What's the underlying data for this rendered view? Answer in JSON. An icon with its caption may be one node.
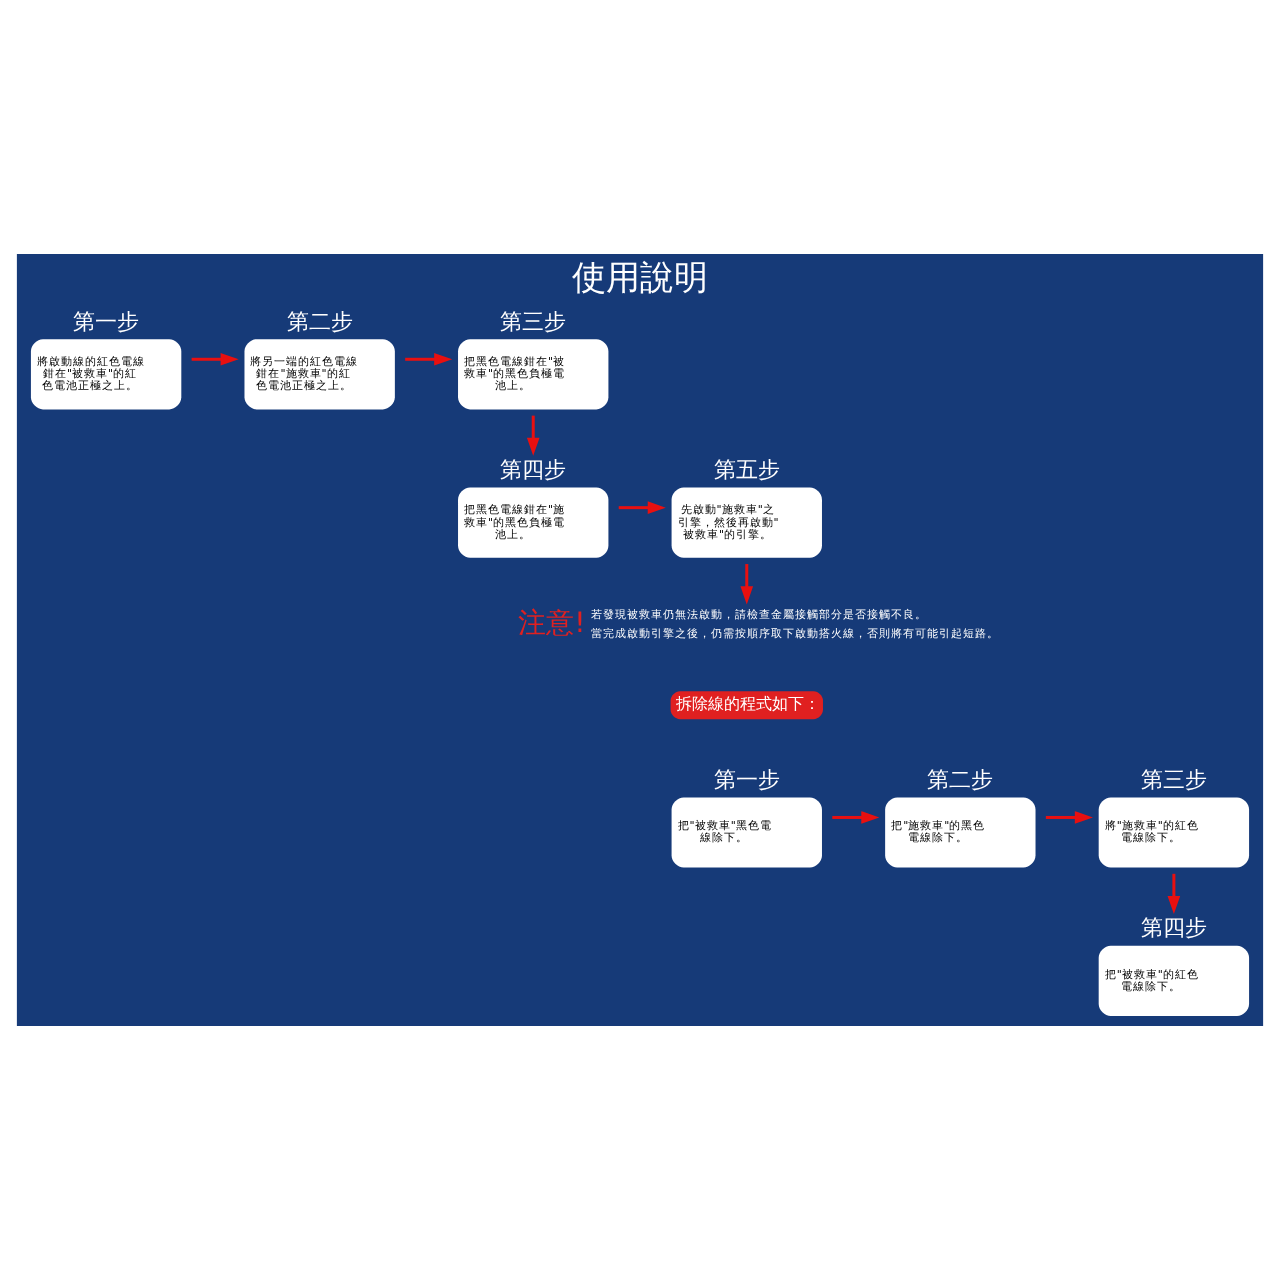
{
  "diagram": {
    "title": "使用說明",
    "nodes": [
      {
        "text": [
          "第一步",
          "將啟動線的紅色電線鉗在\"被救車\"的紅色電池正極之上。"
        ]
      },
      {
        "text": [
          "第二步",
          "將另一端的紅色電線鉗在\"施救車\"的紅色電池正極之上。"
        ]
      },
      {
        "text": [
          "第三步",
          "把黑色電線鉗在\"被救車\"的黑色負極電池上。"
        ]
      },
      {
        "text": [
          "第五步",
          "先啟動\"施救車\"之引擎，然後再啟動\"被救車\"的引擎。"
        ]
      },
      {
        "text": [
          "第四步",
          "把黑色電線鉗在\"施救車\"的黑色負極電池上。"
        ]
      },
      {
        "text": [
          "注意!"
        ],
        "beside": [
          "若發現被救車仍無法啟動，請檢查金屬接觸部分是否接觸不良。",
          "當完成啟動引擎之後，仍需按順序取下啟動搭火線，否則將有可能引起短路。"
        ]
      },
      {
        "text": [
          "拆除線的程式如下："
        ]
      },
      {
        "text": [
          "第一步",
          "把\"被救車\"黑色電線除下。"
        ]
      },
      {
        "text": [
          "第二步",
          "把\"施救車\"的黑色電線除下。"
        ]
      },
      {
        "text": [
          "第三步",
          "將\"施救車\"的紅色電線除下。"
        ]
      },
      {
        "text": [
          "第四步",
          "把\"被救車\"的紅色電線除下。"
        ]
      }
    ],
    "edges": [
      {
        "from": 0,
        "to": 1,
        "arrow": "to"
      },
      {
        "from": 1,
        "to": 2,
        "arrow": "to"
      },
      {
        "from": 2,
        "to": 4,
        "arrow": "to"
      },
      {
        "from": 4,
        "to": 3,
        "arrow": "to"
      },
      {
        "from": 3,
        "to": 5,
        "arrow": "to"
      },
      {
        "from": 7,
        "to": 8,
        "arrow": "to"
      },
      {
        "from": 8,
        "to": 9,
        "arrow": "to"
      },
      {
        "from": 9,
        "to": 10,
        "arrow": "to"
      }
    ]
  }
}
